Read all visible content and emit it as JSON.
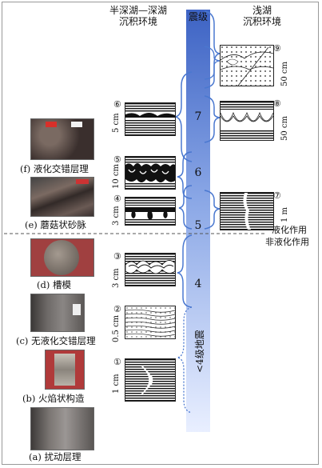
{
  "headers": {
    "left_line1": "半深湖—深湖",
    "left_line2": "沉积环境",
    "bar_title": "震级",
    "right_line1": "浅湖",
    "right_line2": "沉积环境"
  },
  "levels": [
    "7",
    "6",
    "5",
    "4"
  ],
  "low_label": "<4级地震",
  "boundary": {
    "upper": "液化作用",
    "lower": "非液化作用"
  },
  "photos": [
    {
      "caption": "(f) 液化交错层理"
    },
    {
      "caption": "(e) 蘑菇状砂脉"
    },
    {
      "caption": "(d) 槽模"
    },
    {
      "caption": "(c) 无液化交错层理"
    },
    {
      "caption": "(b) 火焰状构造"
    },
    {
      "caption": "(a) 扰动层理"
    }
  ],
  "sketches_left": [
    {
      "number": "⑥",
      "scale": "5 cm"
    },
    {
      "number": "⑤",
      "scale": "10 cm"
    },
    {
      "number": "④",
      "scale": "3 cm"
    },
    {
      "number": "③",
      "scale": "3 cm"
    },
    {
      "number": "②",
      "scale": "0.5 cm"
    },
    {
      "number": "①",
      "scale": "1 cm"
    }
  ],
  "sketches_right": [
    {
      "number": "⑨",
      "scale": "50 cm"
    },
    {
      "number": "⑧",
      "scale": "50 cm"
    },
    {
      "number": "⑦",
      "scale": "1 m"
    }
  ],
  "colors": {
    "bar_top": "#3d63c4",
    "bar_bottom": "#e9efff",
    "bracket": "#4a78d0"
  }
}
